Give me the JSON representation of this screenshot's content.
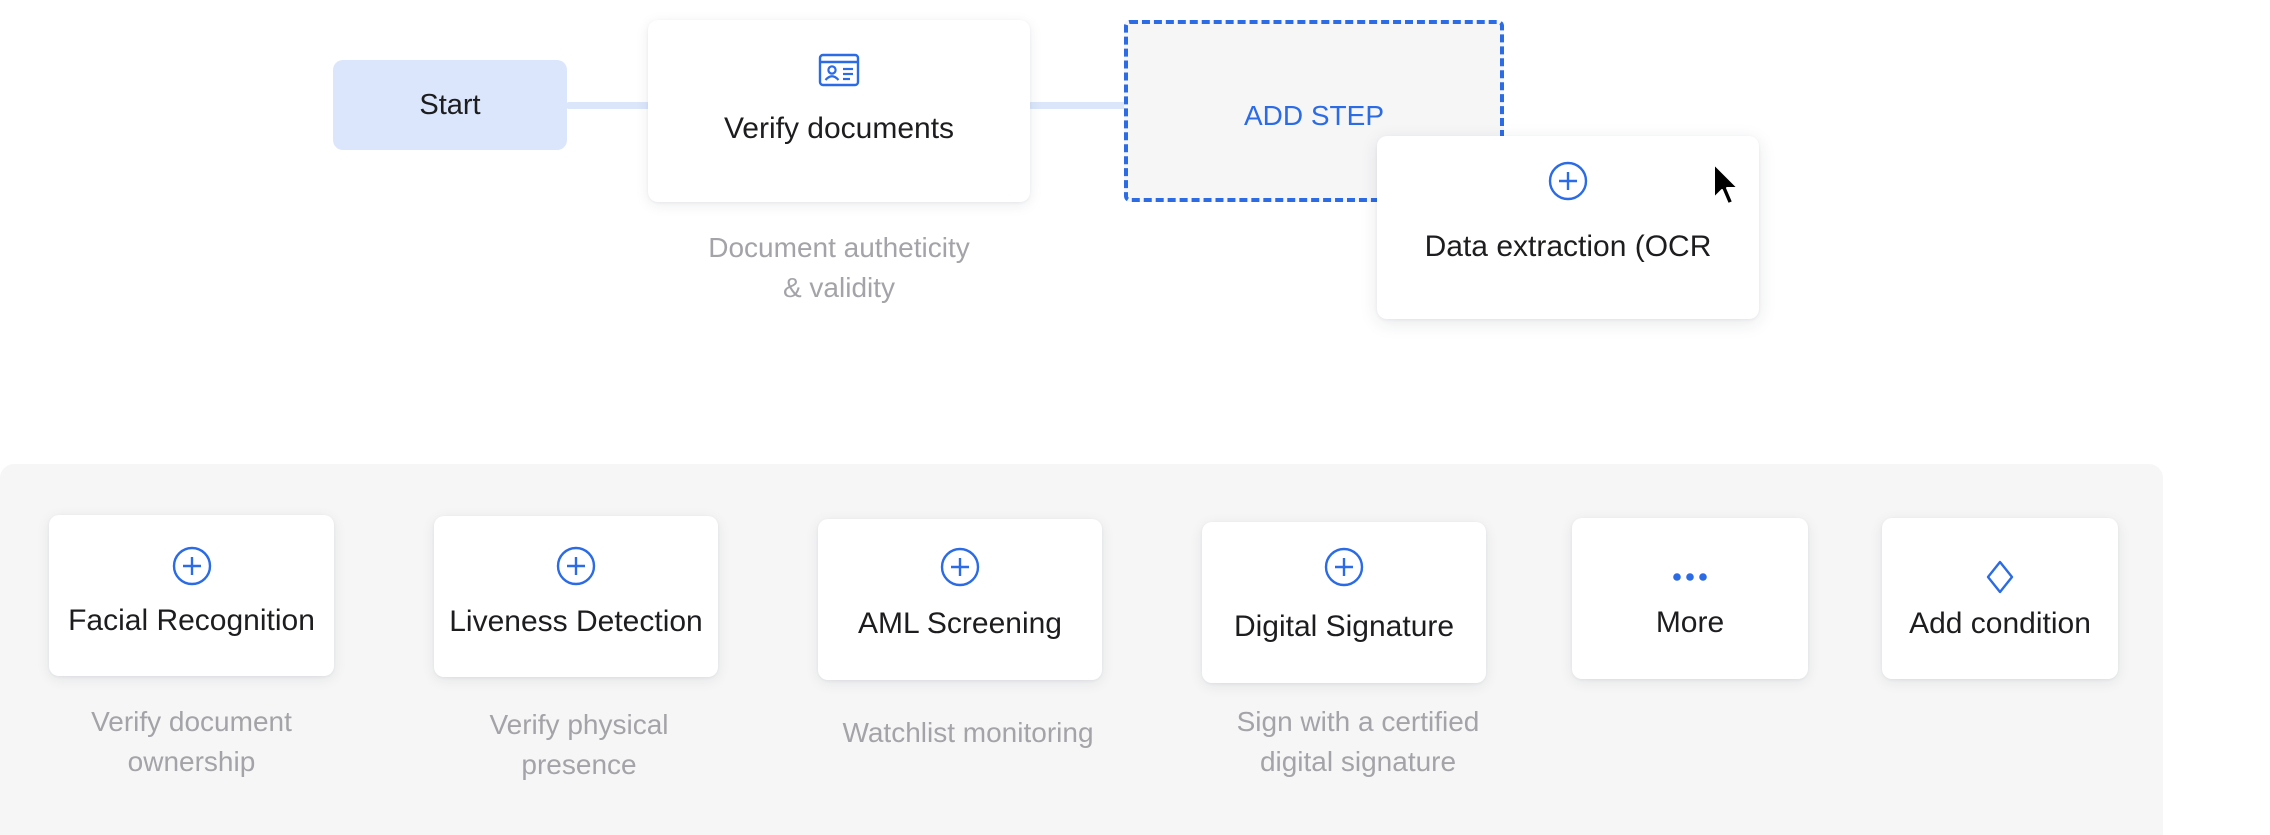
{
  "workflow": {
    "start_label": "Start",
    "verify": {
      "label": "Verify documents",
      "icon": "id-card-icon",
      "description": "Document autheticity\n& validity"
    },
    "add_step_label": "ADD STEP",
    "dragging_card": {
      "label": "Data extraction (OCR",
      "icon": "plus-circle-icon"
    }
  },
  "palette": {
    "items": [
      {
        "label": "Facial Recognition",
        "icon": "plus-circle-icon",
        "description": "Verify document\nownership"
      },
      {
        "label": "Liveness Detection",
        "icon": "plus-circle-icon",
        "description": "Verify physical\npresence"
      },
      {
        "label": "AML Screening",
        "icon": "plus-circle-icon",
        "description": "Watchlist monitoring"
      },
      {
        "label": "Digital Signature",
        "icon": "plus-circle-icon",
        "description": "Sign with a certified\ndigital signature"
      },
      {
        "label": "More",
        "icon": "more-dots-icon"
      },
      {
        "label": "Add condition",
        "icon": "diamond-icon"
      }
    ]
  },
  "colors": {
    "accent": "#2b6be6",
    "start_fill": "#dbe6fc",
    "connector": "#dbe6fb",
    "palette_bg": "#f6f6f6",
    "muted_text": "#a4a4a8"
  }
}
